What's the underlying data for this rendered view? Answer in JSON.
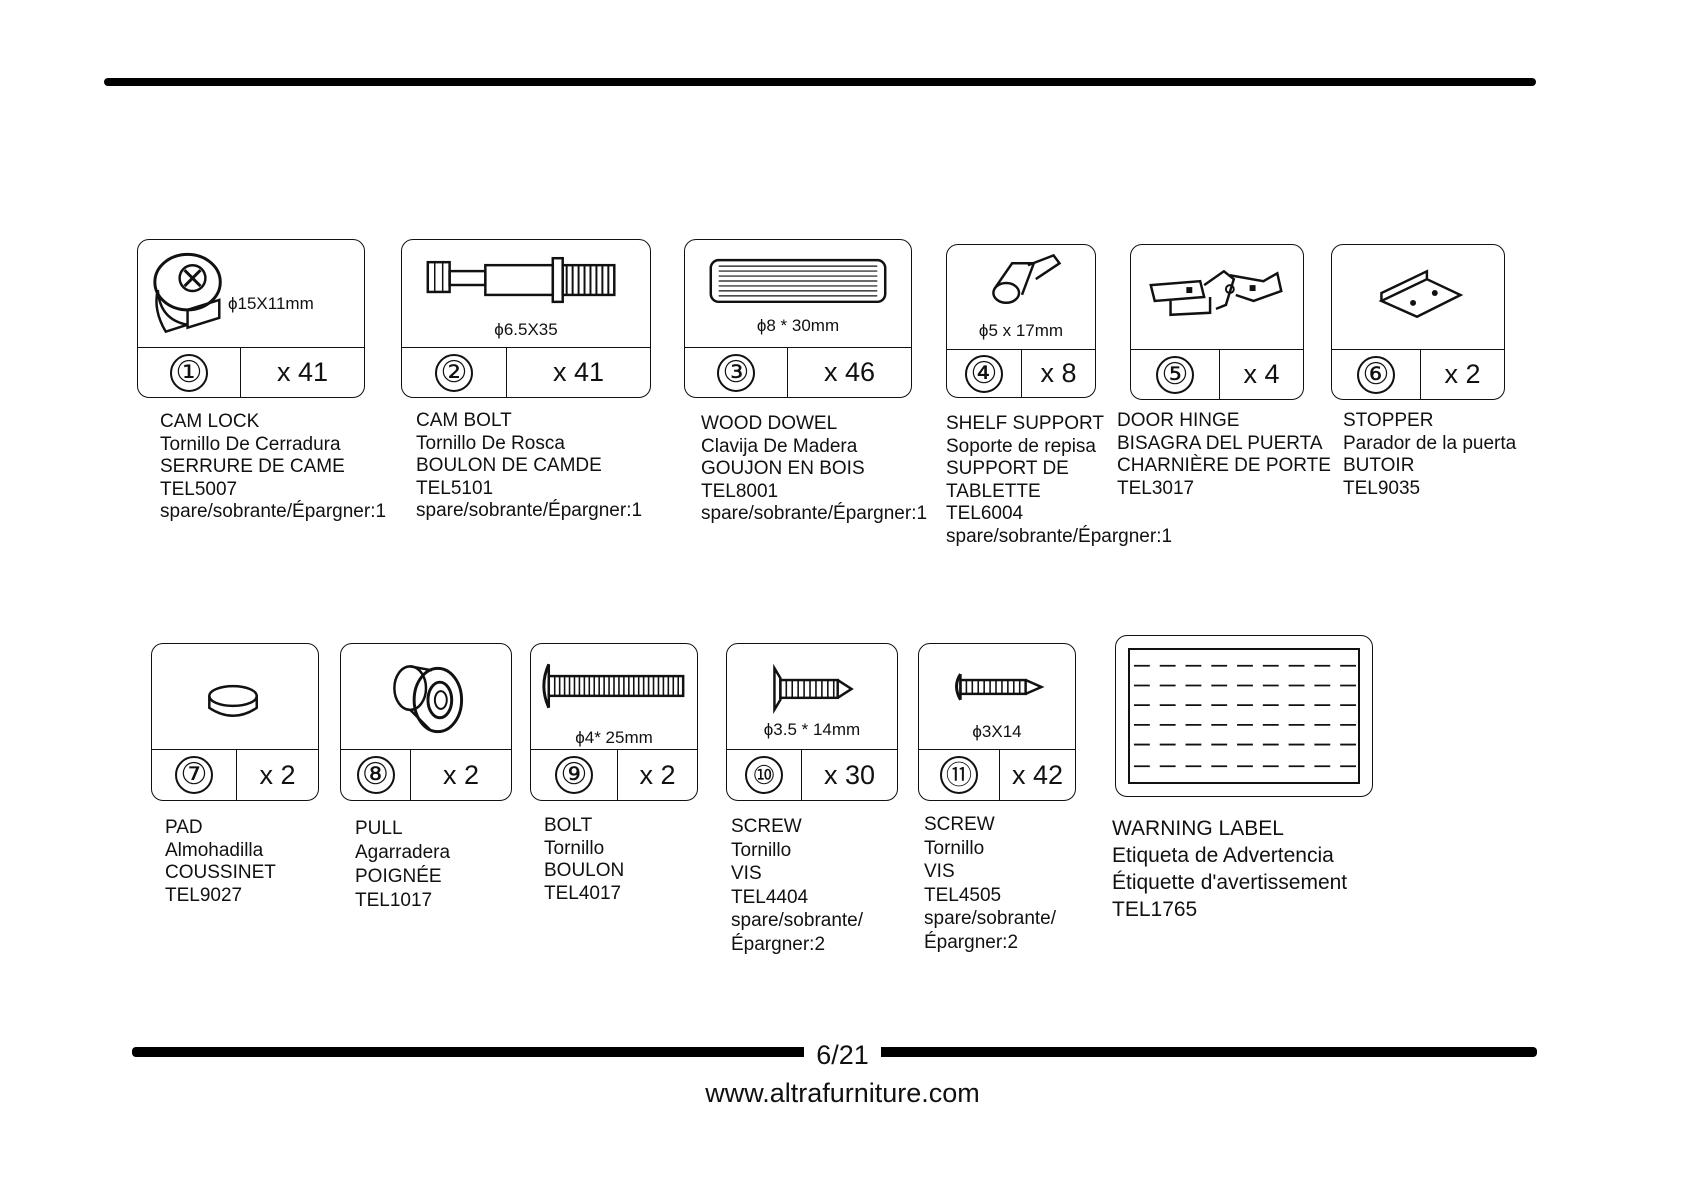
{
  "page": {
    "number": "6/21",
    "website": "www.altrafurniture.com"
  },
  "parts_row1": [
    {
      "num": "①",
      "qty": "x 41",
      "spec": "ϕ15X11mm",
      "icon": "cam-lock-icon",
      "lines": [
        "CAM LOCK",
        "Tornillo De Cerradura",
        "SERRURE DE CAME",
        "TEL5007",
        "spare/sobrante/Épargner:1"
      ]
    },
    {
      "num": "②",
      "qty": "x 41",
      "spec": "ϕ6.5X35",
      "icon": "cam-bolt-icon",
      "lines": [
        "CAM BOLT",
        "Tornillo De Rosca",
        "BOULON DE CAMDE",
        "TEL5101",
        "spare/sobrante/Épargner:1"
      ]
    },
    {
      "num": "③",
      "qty": "x 46",
      "spec": "ϕ8 * 30mm",
      "icon": "wood-dowel-icon",
      "lines": [
        "WOOD DOWEL",
        "Clavija De Madera",
        "GOUJON EN BOIS",
        "TEL8001",
        "spare/sobrante/Épargner:1"
      ]
    },
    {
      "num": "④",
      "qty": "x 8",
      "spec": "ϕ5 x 17mm",
      "icon": "shelf-support-icon",
      "lines": [
        "SHELF SUPPORT",
        "Soporte de repisa",
        "SUPPORT DE",
        "TABLETTE",
        "TEL6004",
        "spare/sobrante/Épargner:1"
      ]
    },
    {
      "num": "⑤",
      "qty": "x 4",
      "spec": "",
      "icon": "door-hinge-icon",
      "lines": [
        "DOOR HINGE",
        "BISAGRA DEL PUERTA",
        "CHARNIÈRE DE PORTE",
        "TEL3017"
      ]
    },
    {
      "num": "⑥",
      "qty": "x 2",
      "spec": "",
      "icon": "stopper-icon",
      "lines": [
        "STOPPER",
        "Parador de la puerta",
        "BUTOIR",
        "TEL9035"
      ]
    }
  ],
  "parts_row2": [
    {
      "num": "⑦",
      "qty": "x 2",
      "spec": "",
      "icon": "pad-icon",
      "lines": [
        "PAD",
        "Almohadilla",
        "COUSSINET",
        "TEL9027"
      ]
    },
    {
      "num": "⑧",
      "qty": "x 2",
      "spec": "",
      "icon": "pull-knob-icon",
      "lines": [
        "PULL",
        "Agarradera",
        "POIGNÉE",
        "TEL1017"
      ]
    },
    {
      "num": "⑨",
      "qty": "x 2",
      "spec": "ϕ4* 25mm",
      "icon": "bolt-icon",
      "lines": [
        "BOLT",
        "Tornillo",
        "BOULON",
        "TEL4017"
      ]
    },
    {
      "num": "⑩",
      "qty": "x 30",
      "spec": "ϕ3.5 * 14mm",
      "icon": "flat-screw-icon",
      "lines": [
        "SCREW",
        "Tornillo",
        "VIS",
        "TEL4404",
        "spare/sobrante/",
        "Épargner:2"
      ]
    },
    {
      "num": "⑪",
      "qty": "x 42",
      "spec": "ϕ3X14",
      "icon": "round-screw-icon",
      "lines": [
        "SCREW",
        "Tornillo",
        "VIS",
        "TEL4505",
        "spare/sobrante/",
        "Épargner:2"
      ]
    }
  ],
  "warning": {
    "icon": "warning-label-icon",
    "lines": [
      "WARNING LABEL",
      "Etiqueta de Advertencia",
      "Étiquette d'avertissement",
      "TEL1765"
    ]
  }
}
